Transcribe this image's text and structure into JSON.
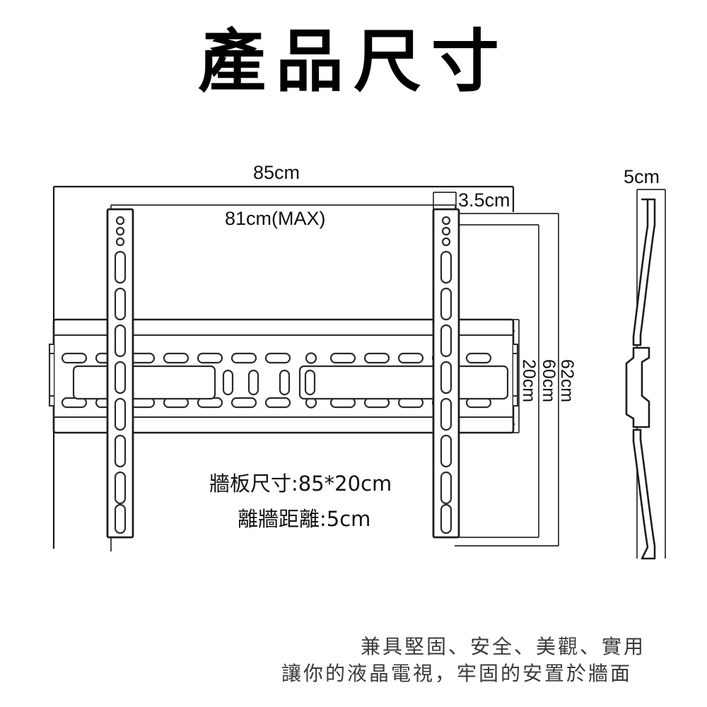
{
  "page": {
    "title": "產品尺寸",
    "background_color": "#ffffff",
    "line_color": "#1d1d1d"
  },
  "dimensions": {
    "overall_width": "85cm",
    "rail_span_max": "81cm(MAX)",
    "rail_offset": "3.5cm",
    "plate_height": "20cm",
    "rail_height_inner": "60cm",
    "rail_height_outer": "62cm",
    "depth": "5cm"
  },
  "specs": {
    "plate_size": "牆板尺寸:85*20cm",
    "wall_distance": "離牆距離:5cm"
  },
  "footer": {
    "line1": "兼具堅固、安全、美觀、實用",
    "line2": "讓你的液晶電視，牢固的安置於牆面"
  },
  "chart_data": {
    "type": "table",
    "title": "產品尺寸",
    "categories": [
      "overall_width",
      "rail_span_max",
      "rail_offset",
      "plate_height",
      "rail_height_inner",
      "rail_height_outer",
      "depth"
    ],
    "values": [
      85,
      81,
      3.5,
      20,
      60,
      62,
      5
    ],
    "units": "cm",
    "labels": [
      "85cm",
      "81cm(MAX)",
      "3.5cm",
      "20cm",
      "60cm",
      "62cm",
      "5cm"
    ],
    "xlabel": "",
    "ylabel": ""
  }
}
